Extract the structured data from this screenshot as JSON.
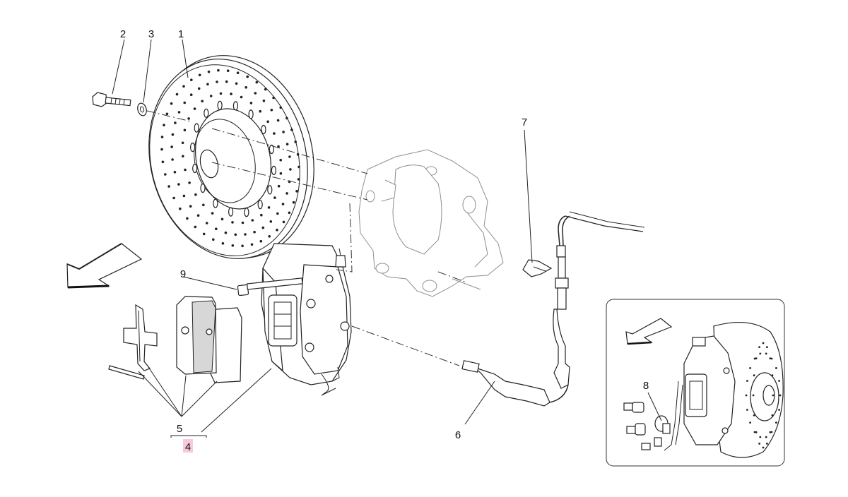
{
  "diagram": {
    "callouts": {
      "c1": "1",
      "c2": "2",
      "c3": "3",
      "c4": "4",
      "c5": "5",
      "c6": "6",
      "c7": "7",
      "c8": "8",
      "c9": "9"
    },
    "highlight_color": "#f7c9dc",
    "inset_present": true
  }
}
